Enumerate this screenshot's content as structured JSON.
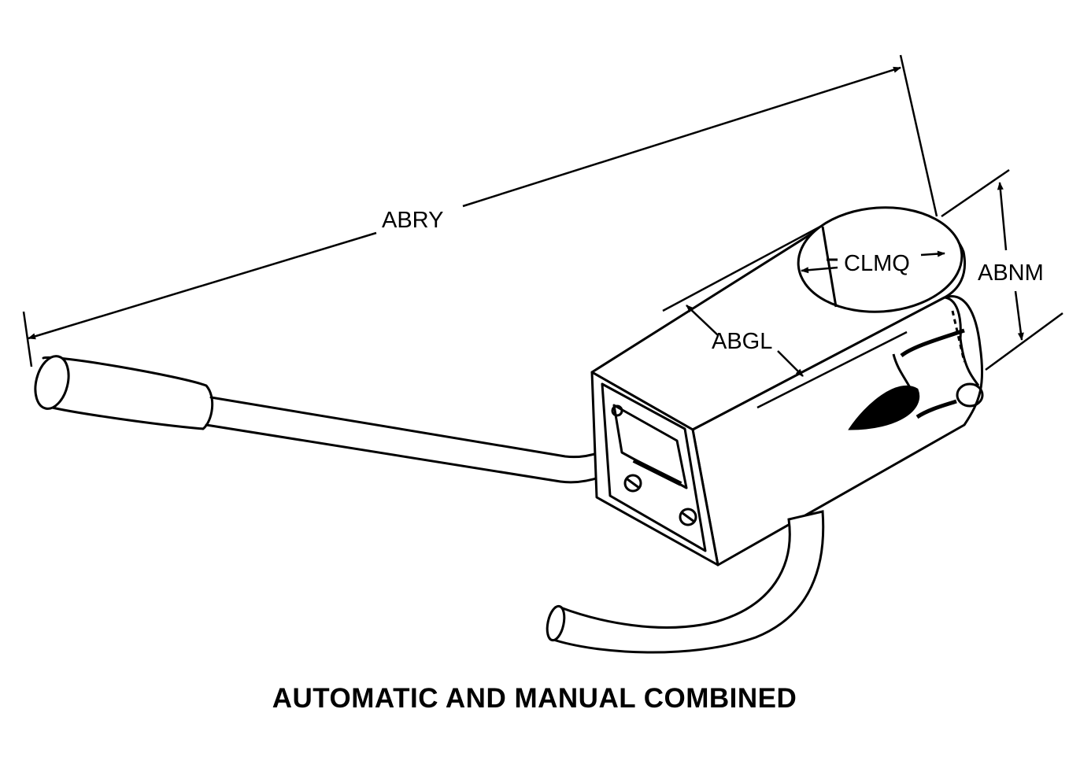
{
  "dimensions": {
    "abry": "ABRY",
    "clmq": "CLMQ",
    "abnm": "ABNM",
    "abgl": "ABGL"
  },
  "caption": "AUTOMATIC AND MANUAL COMBINED",
  "colors": {
    "ink": "#000000",
    "paper": "#ffffff"
  }
}
